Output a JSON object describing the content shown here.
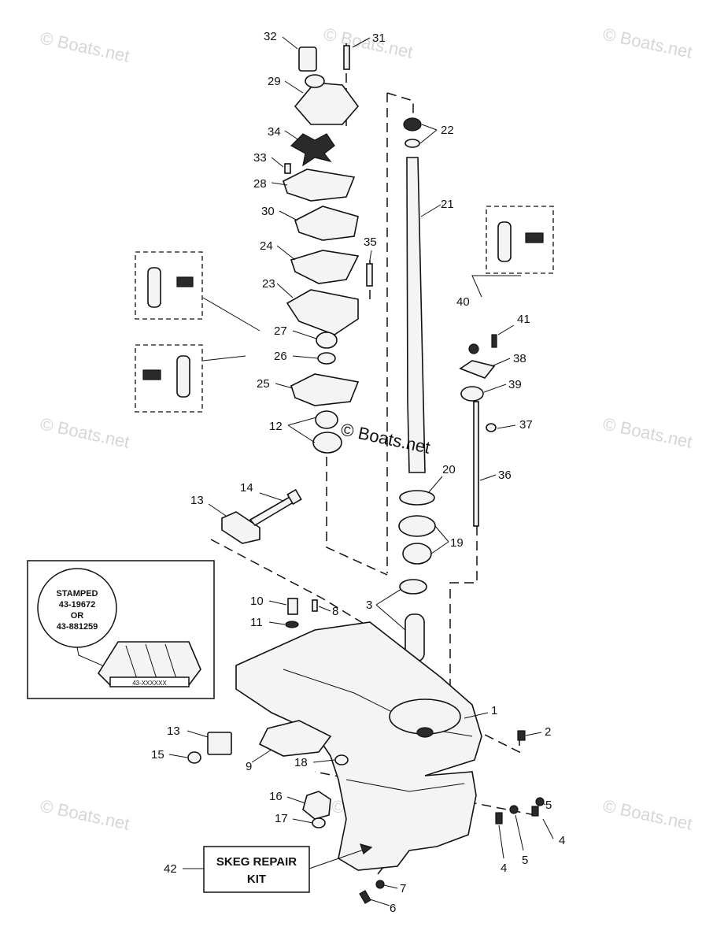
{
  "watermarks": [
    "© Boats.net",
    "© Boats.net",
    "© Boats.net",
    "© Boats.net",
    "© Boats.net",
    "© Boats.net",
    "© Boats.net",
    "© Boats.net"
  ],
  "center_watermark": "© Boats.net",
  "stamp": {
    "line1": "STAMPED",
    "line2": "43-19672",
    "line3": "OR",
    "line4": "43-881259",
    "gear_label": "43-XXXXXX"
  },
  "skeg_kit": {
    "line1": "SKEG REPAIR",
    "line2": "KIT"
  },
  "callouts": {
    "c1": "1",
    "c2": "2",
    "c3": "3",
    "c4a": "4",
    "c4b": "4",
    "c5a": "5",
    "c5b": "5",
    "c6": "6",
    "c7": "7",
    "c8": "8",
    "c9": "9",
    "c10": "10",
    "c11": "11",
    "c12": "12",
    "c13a": "13",
    "c13b": "13",
    "c14": "14",
    "c15": "15",
    "c16": "16",
    "c17": "17",
    "c18": "18",
    "c19": "19",
    "c20": "20",
    "c21": "21",
    "c22": "22",
    "c23": "23",
    "c24": "24",
    "c25": "25",
    "c26": "26",
    "c27": "27",
    "c28": "28",
    "c29": "29",
    "c30": "30",
    "c31": "31",
    "c32": "32",
    "c33": "33",
    "c34": "34",
    "c35": "35",
    "c36": "36",
    "c37": "37",
    "c38": "38",
    "c39": "39",
    "c40": "40",
    "c41": "41",
    "c42": "42"
  },
  "colors": {
    "line": "#111111",
    "watermark": "#d6d6d6",
    "fill": "#f4f4f4"
  }
}
